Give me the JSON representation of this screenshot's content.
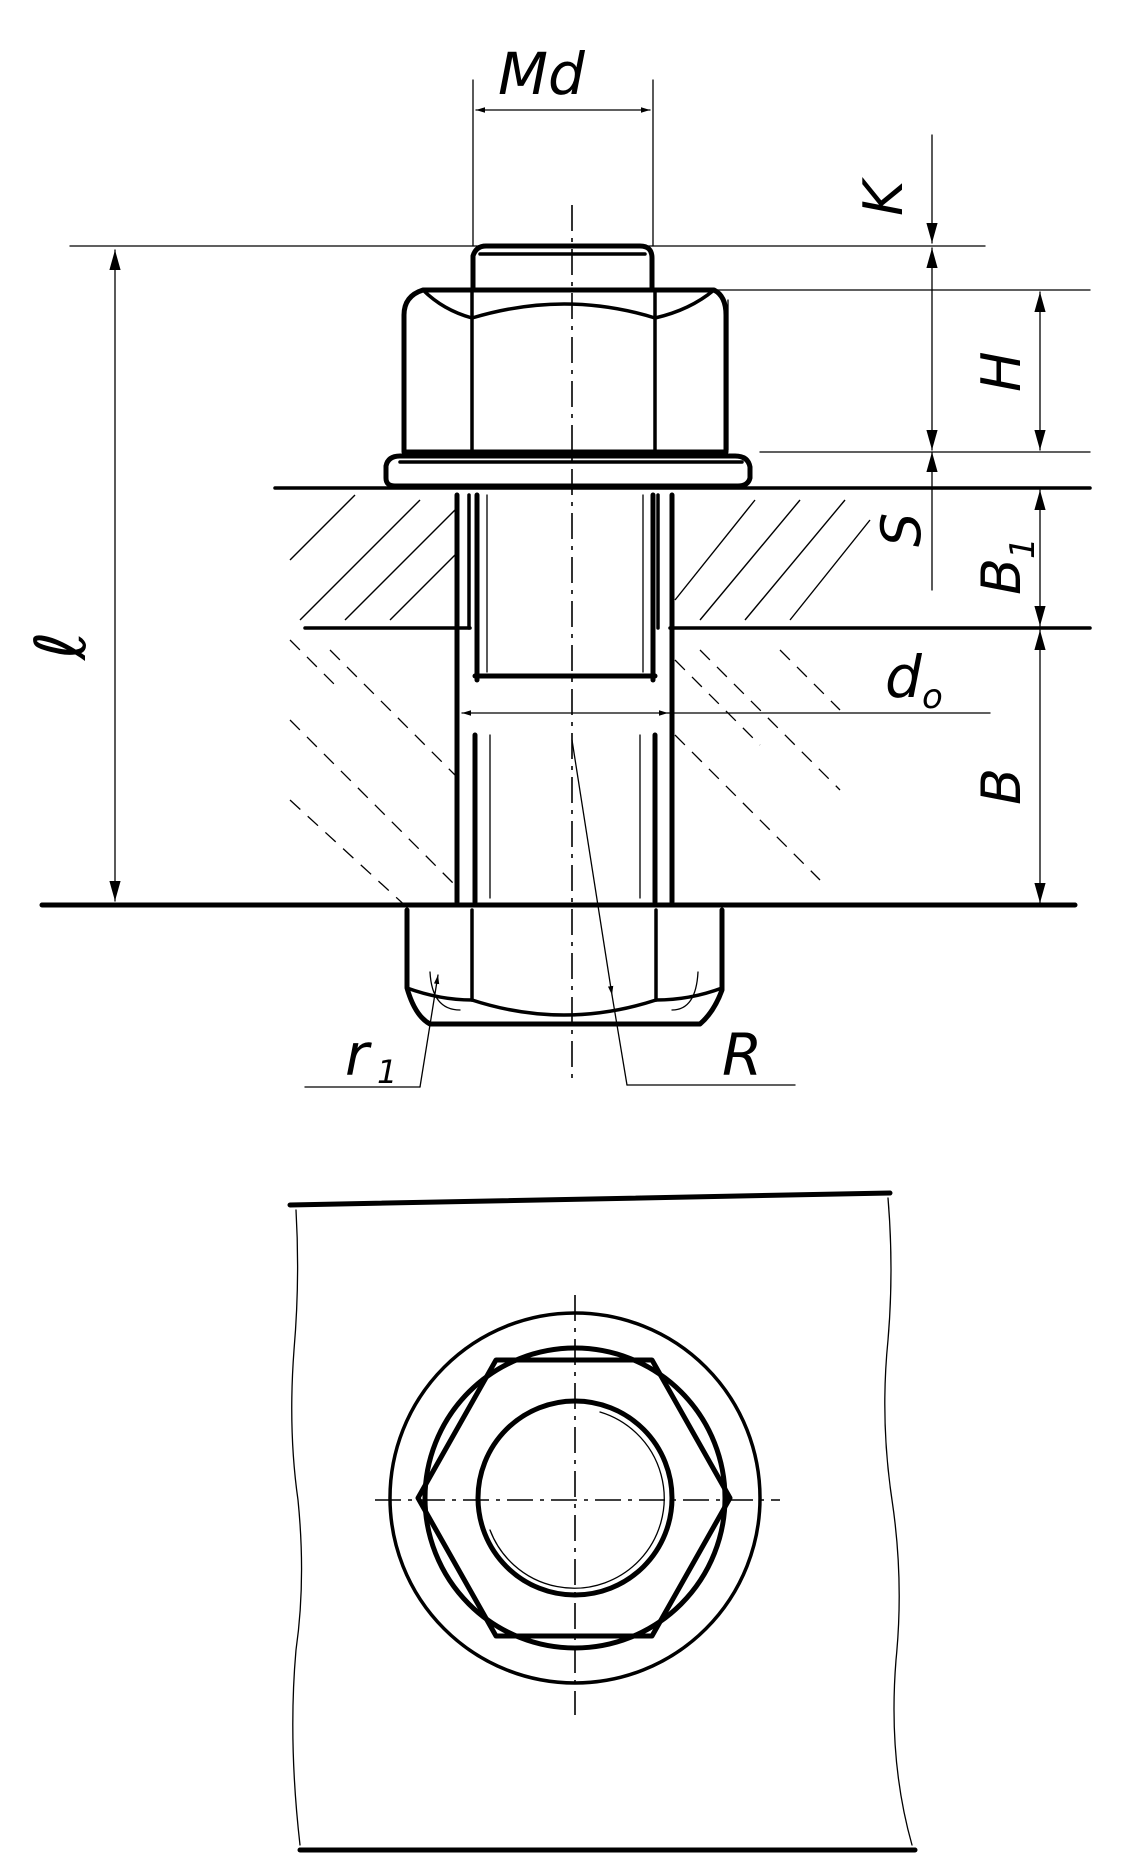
{
  "labels": {
    "md": "Md",
    "k": "K",
    "h": "H",
    "s": "S",
    "b1": "B",
    "b1_sub": "1",
    "l": "ℓ",
    "d0": "d",
    "d0_sub": "o",
    "b": "B",
    "r1": "r",
    "r1_sub": "1",
    "r": "R"
  }
}
